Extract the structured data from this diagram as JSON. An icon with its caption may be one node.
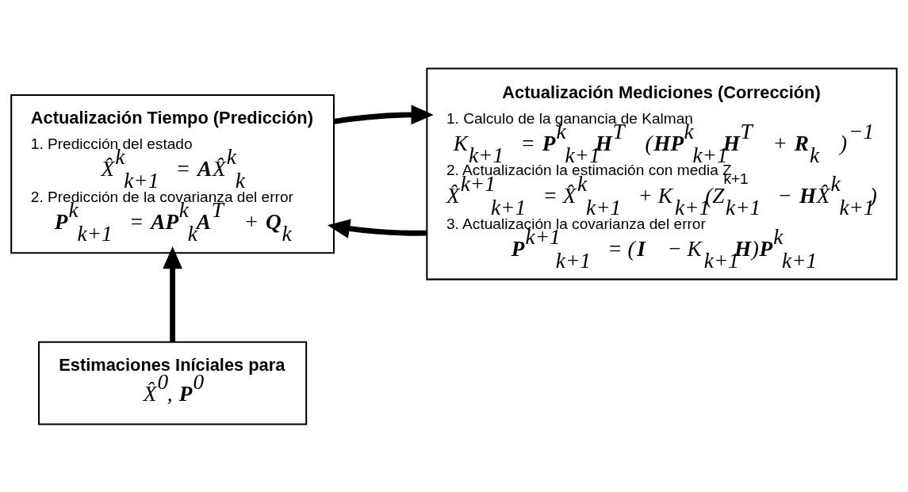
{
  "diagram": {
    "nodes": [
      {
        "text": [
          "Actualización Tiempo (Predicción)",
          "1. Predicción del estado",
          "X̂$^{k}$$_{k+1}$ = **A**X̂$^{k}$$_{k}$",
          "2. Predicción de la covarianza del error",
          "**P**$^{k}$$_{k+1}$ = **AP**$^{k}$$_{k}$**A**$^{T}$ + **Q**$_{k}$"
        ]
      },
      {
        "text": [
          "Actualización Mediciones (Corrección)",
          "1. Calculo de la ganancia de Kalman",
          "K$_{k+1}$ = **P**$^{k}$$_{k+1}$**H**$^{T}$ (**HP**$^{k}$$_{k+1}$**H**$^{T}$ + **R**$_{k}$ )$^{−1}$",
          "2. Actualización la estimación con media Z$_{k+1}$",
          "X̂$^{k+1}$$_{k+1}$ = X̂$^{k}$$_{k+1}$ + K$_{k+1}$(Z$_{k+1}$ − **H**X̂$^{k}$$_{k+1}$)",
          "3. Actualización la covarianza del error",
          "**P**$^{k+1}$$_{k+1}$ = (**I** − K$_{k+1}$**H**)**P**$^{k}$$_{k+1}$"
        ]
      },
      {
        "text": [
          "Estimaciones Iníciales para",
          "X̂$^{0}$, **P**$^{0}$"
        ]
      }
    ],
    "edges": [
      {
        "from": 0,
        "to": 1,
        "arrow": "to"
      },
      {
        "from": 1,
        "to": 0,
        "arrow": "to"
      },
      {
        "from": 2,
        "to": 0,
        "arrow": "to"
      }
    ]
  }
}
